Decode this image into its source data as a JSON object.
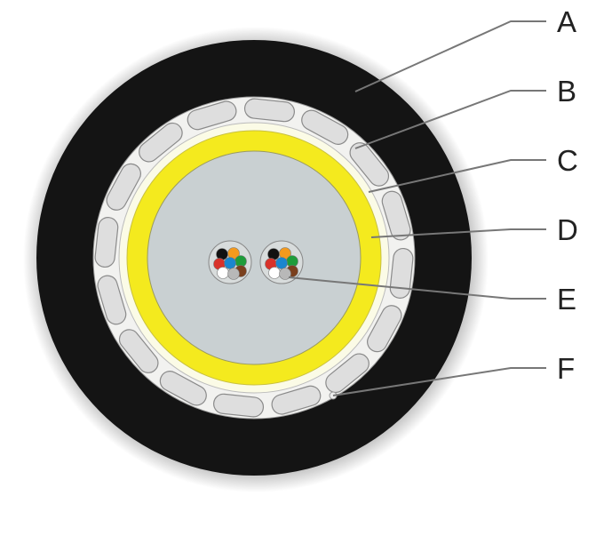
{
  "labels": [
    "A",
    "B",
    "C",
    "D",
    "E",
    "F"
  ],
  "colors": {
    "jacket": "#141414",
    "armor_ring": "#f2f2f0",
    "strength_member": "#dedede",
    "inner_ring": "#fbfbe6",
    "yellow_layer": "#f4ea1e",
    "core": "#c9d0d2",
    "leader": "#777777"
  },
  "fiber_colors": [
    "#111111",
    "#f39a1e",
    "#1e9c3a",
    "#d8322a",
    "#1a86cf",
    "#7a3f1d",
    "#ffffff",
    "#b8b8b8"
  ],
  "strength_member_count": 16
}
